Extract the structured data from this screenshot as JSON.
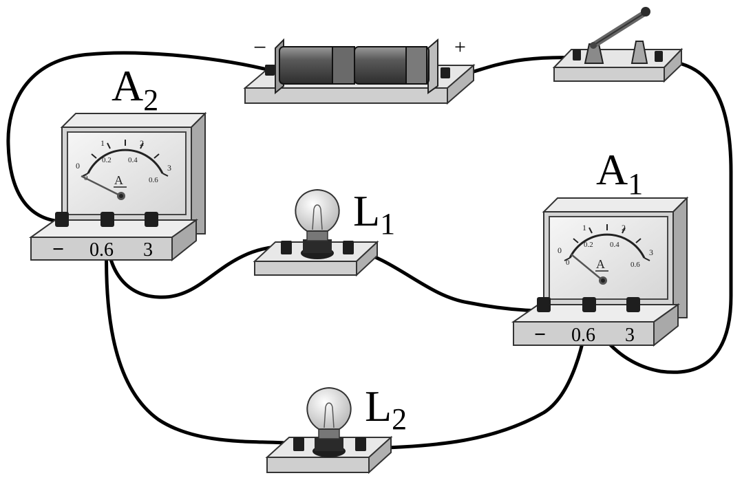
{
  "labels": {
    "ammeter_top": "A",
    "ammeter_top_sub": "2",
    "ammeter_right": "A",
    "ammeter_right_sub": "1",
    "bulb_top": "L",
    "bulb_top_sub": "1",
    "bulb_bottom": "L",
    "bulb_bottom_sub": "2"
  },
  "battery": {
    "neg": "−",
    "pos": "+"
  },
  "ammeter": {
    "terminals": [
      "−",
      "0.6",
      "3"
    ],
    "unit": "A",
    "scale_top": [
      "0",
      "1",
      "2",
      "3"
    ],
    "scale_bottom": [
      "0",
      "0.2",
      "0.4",
      "0.6"
    ]
  }
}
